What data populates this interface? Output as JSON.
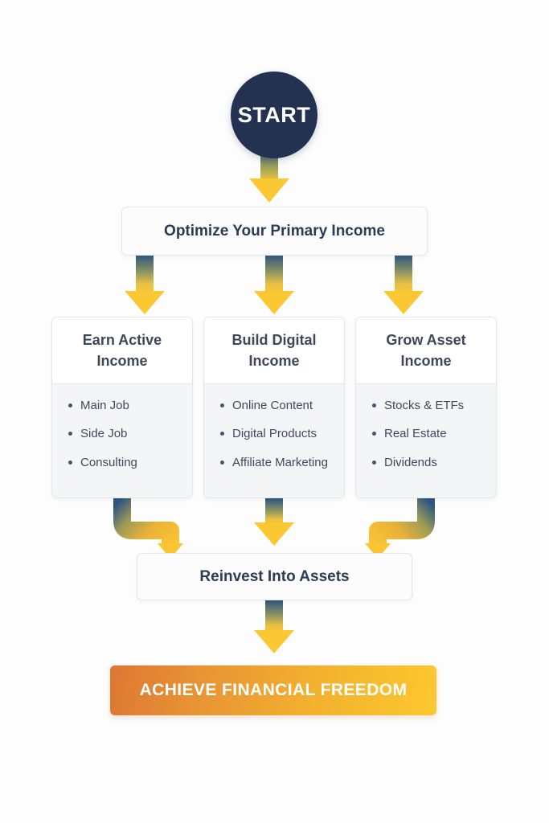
{
  "diagram": {
    "background_color": "#fdfdfd",
    "start": {
      "label": "START",
      "fill_color": "#223250",
      "text_color": "#ffffff"
    },
    "step_optimize": {
      "strong_text": "Optimize",
      "rest_text": " Your Primary Income",
      "full_text": "Optimize Your Primary Income"
    },
    "cards": [
      {
        "title": "Earn Active Income",
        "items": [
          "Main Job",
          "Side Job",
          "Consulting"
        ]
      },
      {
        "title": "Build Digital Income",
        "items": [
          "Online Content",
          "Digital Products",
          "Affiliate Marketing"
        ]
      },
      {
        "title": "Grow Asset Income",
        "items": [
          "Stocks & ETFs",
          "Real Estate",
          "Dividends"
        ]
      }
    ],
    "step_reinvest": {
      "label": "Reinvest Into Assets"
    },
    "goal": {
      "label": "ACHIEVE FINANCIAL FREEDOM",
      "gradient_start": "#dd7733",
      "gradient_end": "#fcc82e",
      "text_color": "#ffffff"
    },
    "connector_colors": {
      "top": "#2d5580",
      "bottom": "#f9c733",
      "elbow_start": "#e3a42f",
      "elbow_end": "#fbc433"
    }
  }
}
